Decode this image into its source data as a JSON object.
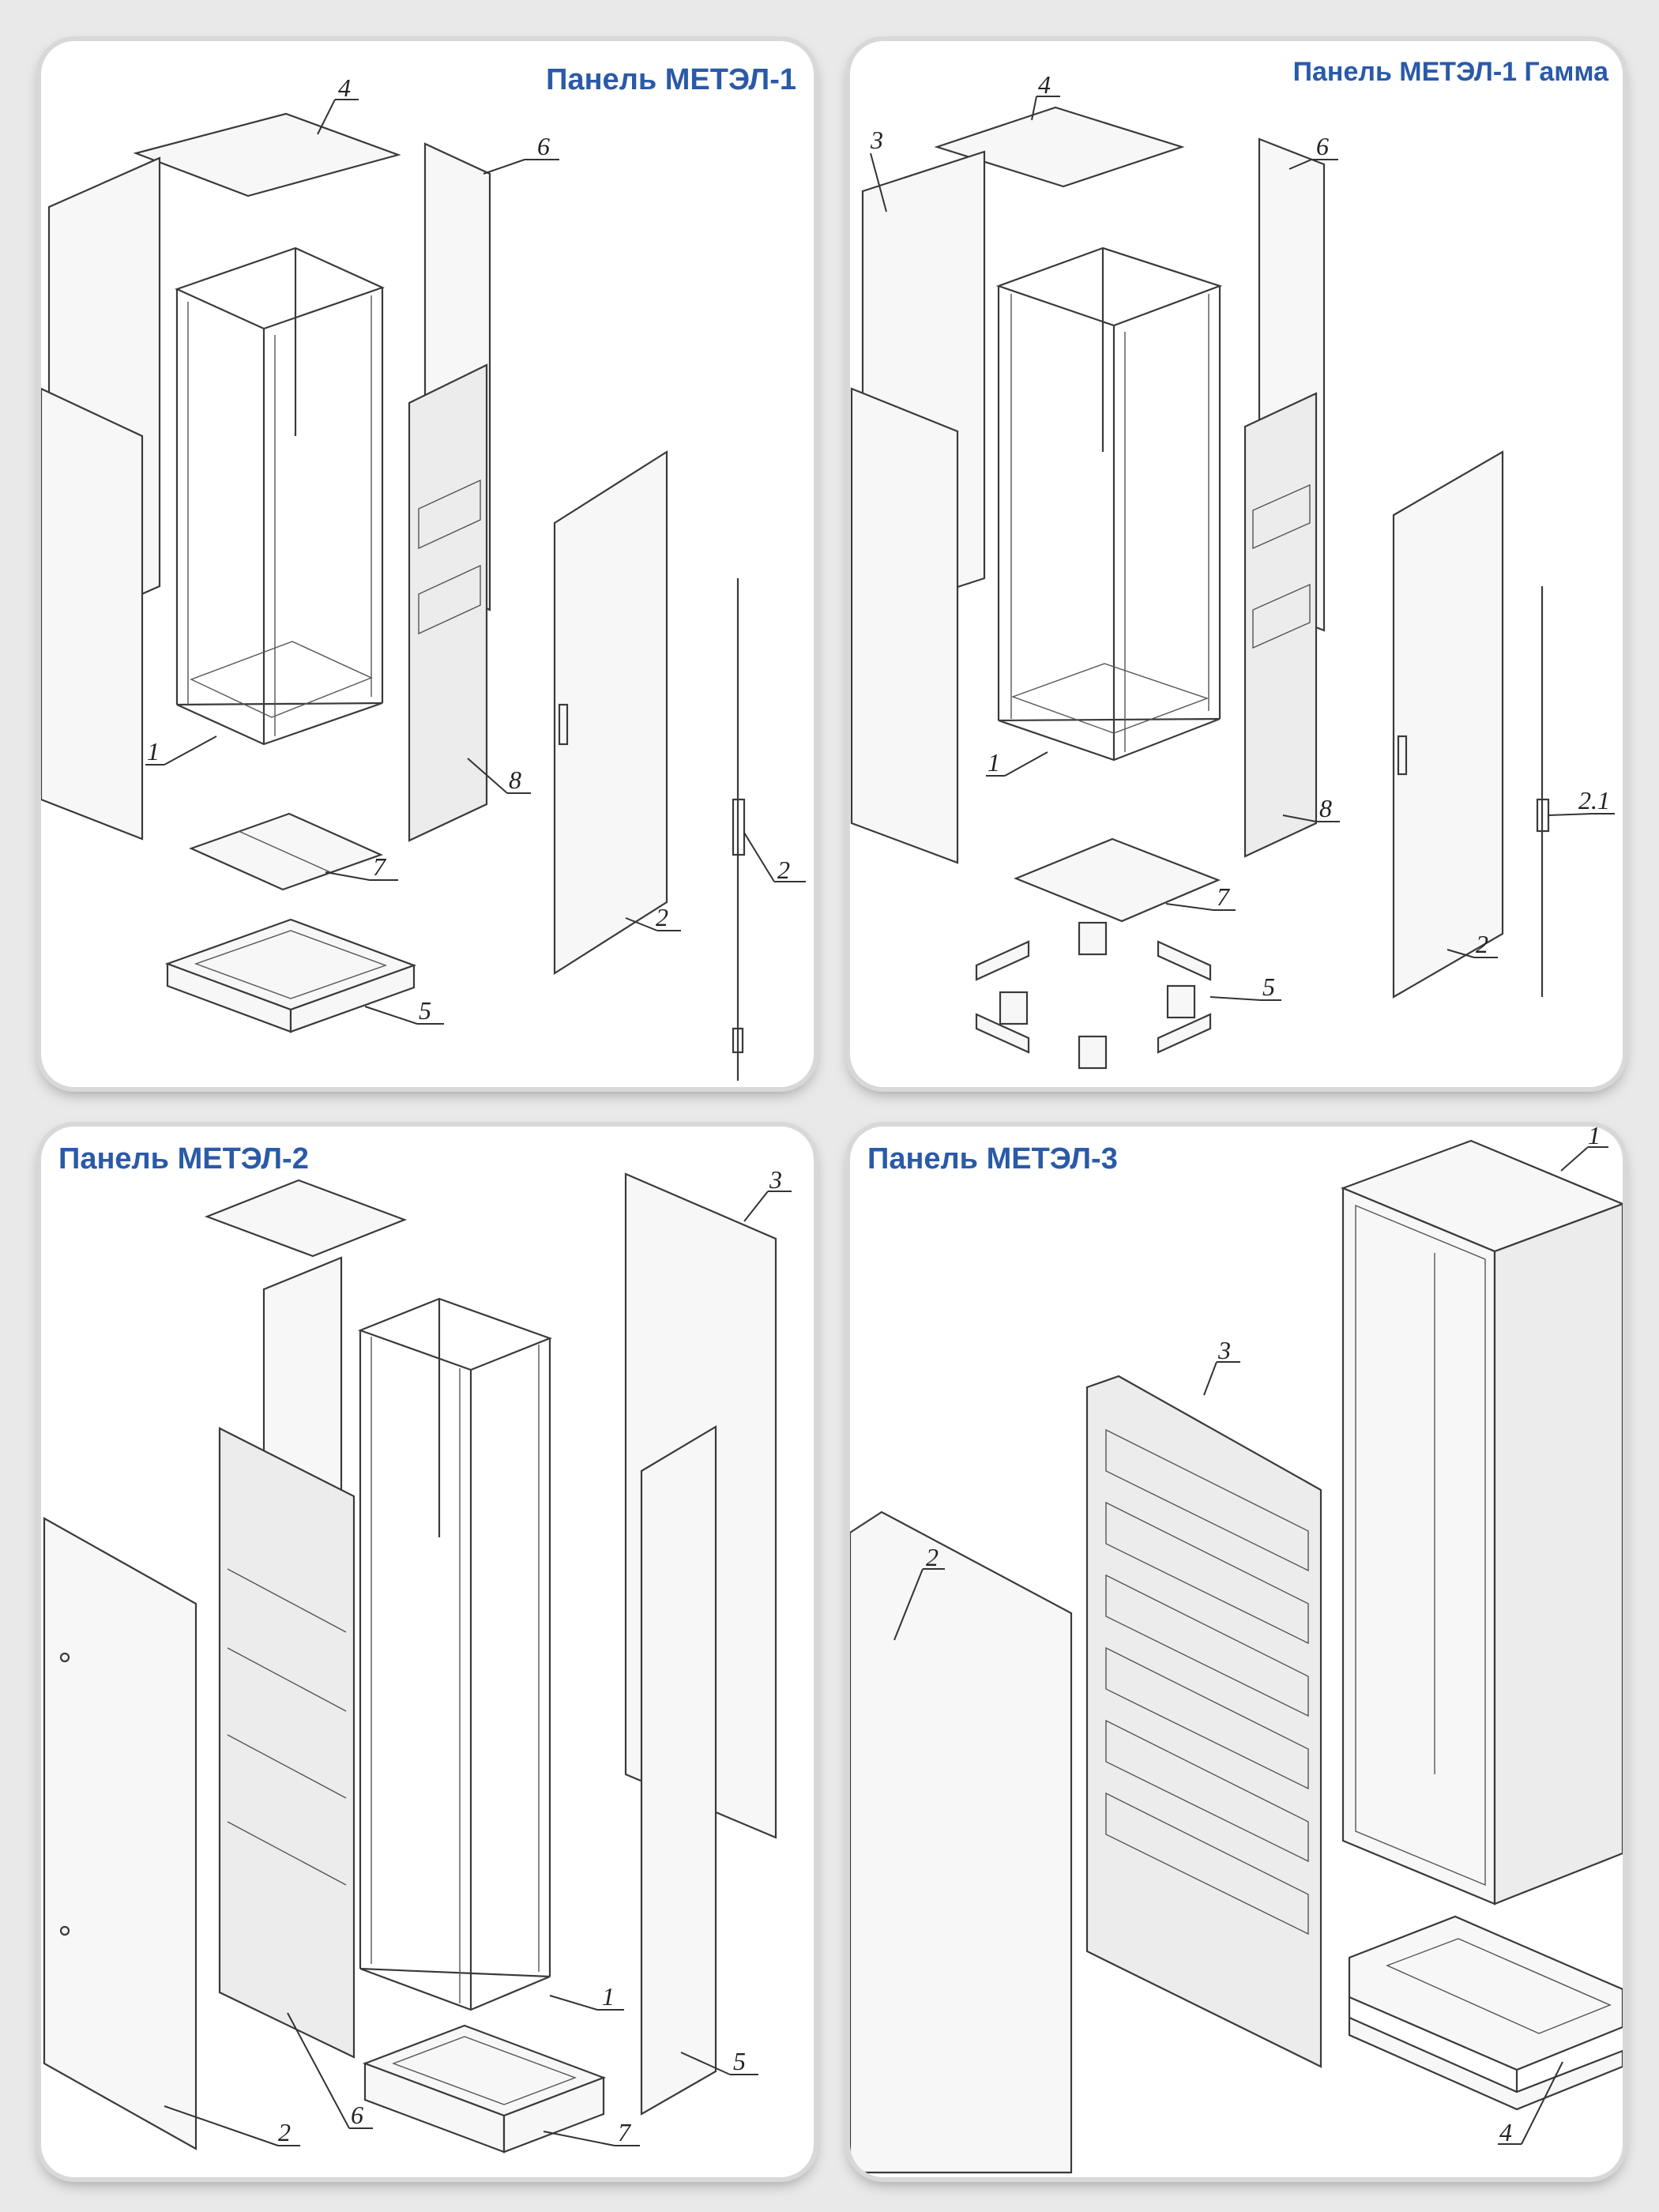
{
  "panels": [
    {
      "title": "Панель МЕТЭЛ-1",
      "labels": [
        "4",
        "6",
        "1",
        "8",
        "7",
        "2",
        "5",
        "2"
      ]
    },
    {
      "title": "Панель МЕТЭЛ-1 Гамма",
      "labels": [
        "4",
        "3",
        "6",
        "1",
        "8",
        "7",
        "2.1",
        "2",
        "5"
      ]
    },
    {
      "title": "Панель МЕТЭЛ-2",
      "labels": [
        "3",
        "1",
        "5",
        "6",
        "2",
        "7"
      ]
    },
    {
      "title": "Панель МЕТЭЛ-3",
      "labels": [
        "1",
        "3",
        "2",
        "4"
      ]
    }
  ]
}
